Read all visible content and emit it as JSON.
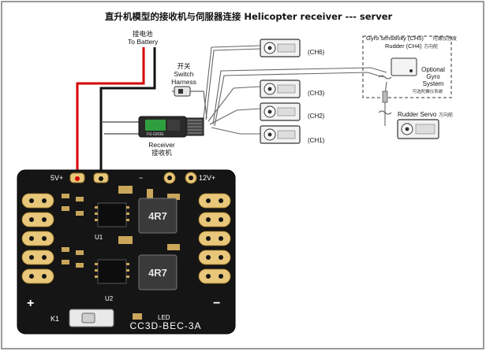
{
  "title": "直升机模型的接收机与伺服器连接 Helicopter receiver --- server",
  "battery": {
    "cn": "接电池",
    "en": "To Battery"
  },
  "switch": {
    "cn": "开关",
    "en1": "Switch",
    "en2": "Harness"
  },
  "receiver": {
    "en": "Receiver",
    "cn": "接收机",
    "brand": "FS-GR3E"
  },
  "channels": {
    "ch6": "(CH6)",
    "ch3": "(CH3)",
    "ch2": "(CH2)",
    "ch1": "(CH1)"
  },
  "gyro": {
    "sensitivity": "Gyro sensitivity (CH5)",
    "sensitivity_cn": "陀螺仪感度",
    "rudder": "Rudder (CH4)",
    "rudder_cn": "方向舵",
    "optional": [
      "Optional",
      "Gyro",
      "System"
    ],
    "optional_cn": "可选陀螺仪系统"
  },
  "rudder_servo": {
    "en": "Rudder Servo",
    "cn": "方向舵"
  },
  "board": {
    "label_5v": "5V+",
    "label_12v": "12V+",
    "inductor": "4R7",
    "u1": "U1",
    "u2": "U2",
    "k1": "K1",
    "led": "LED",
    "name": "CC3D-BEC-3A",
    "plus": "+",
    "minus": "−"
  },
  "colors": {
    "red_wire": "#d40000",
    "black_wire": "#111111",
    "pcb": "#141414",
    "pad": "#e8c77a"
  }
}
